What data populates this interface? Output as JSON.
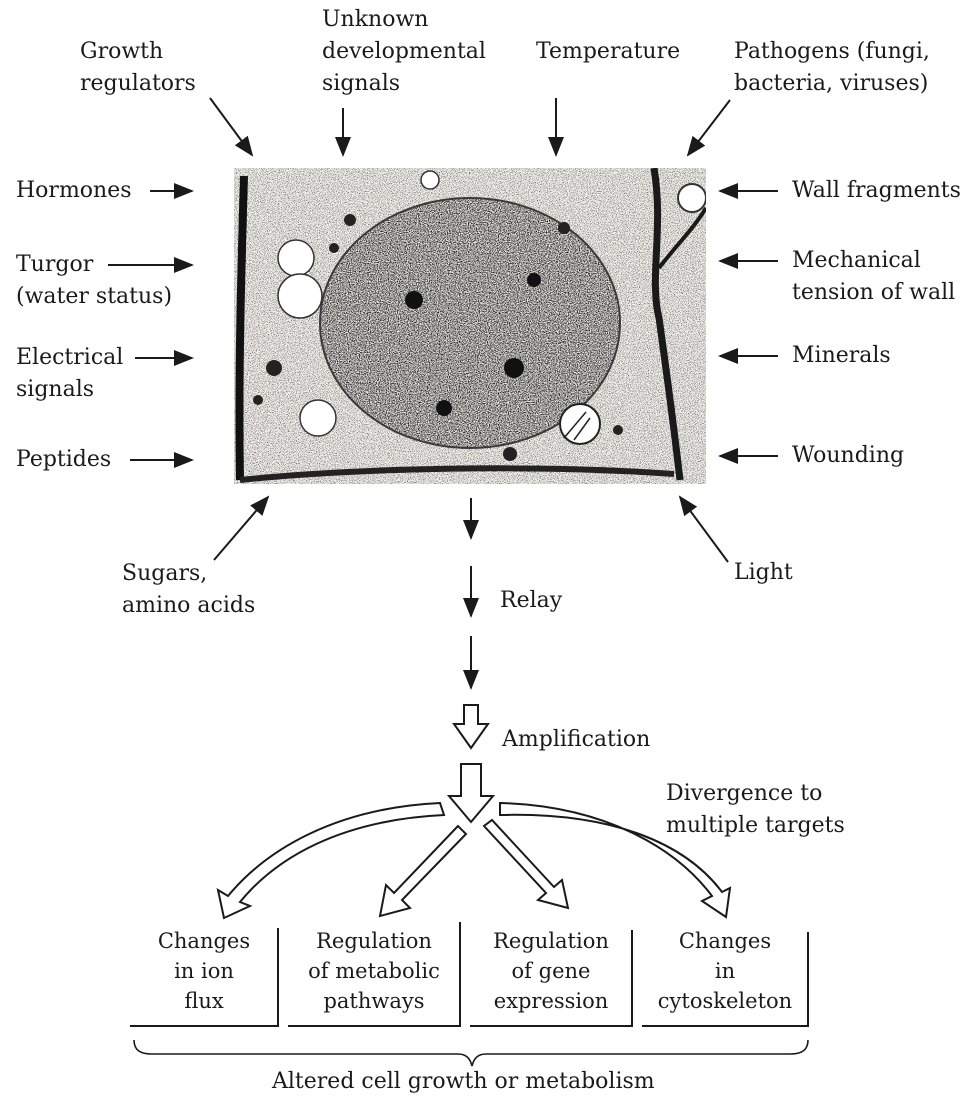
{
  "inputs": {
    "growth_regulators": "Growth\nregulators",
    "developmental_signals": "Unknown\ndevelopmental\nsignals",
    "temperature": "Temperature",
    "pathogens": "Pathogens (fungi,\nbacteria, viruses)",
    "hormones": "Hormones",
    "turgor": "Turgor\n(water status)",
    "electrical_signals": "Electrical\nsignals",
    "peptides": "Peptides",
    "wall_fragments": "Wall fragments",
    "mechanical_tension": "Mechanical\ntension of wall",
    "minerals": "Minerals",
    "wounding": "Wounding",
    "sugars": "Sugars,\namino acids",
    "light": "Light"
  },
  "steps": {
    "relay": "Relay",
    "amplification": "Amplification",
    "divergence": "Divergence to\nmultiple targets"
  },
  "targets": [
    "Changes\nin ion\nflux",
    "Regulation\nof metabolic\npathways",
    "Regulation\nof gene\nexpression",
    "Changes\nin\ncytoskeleton"
  ],
  "outcome": "Altered cell growth or metabolism"
}
